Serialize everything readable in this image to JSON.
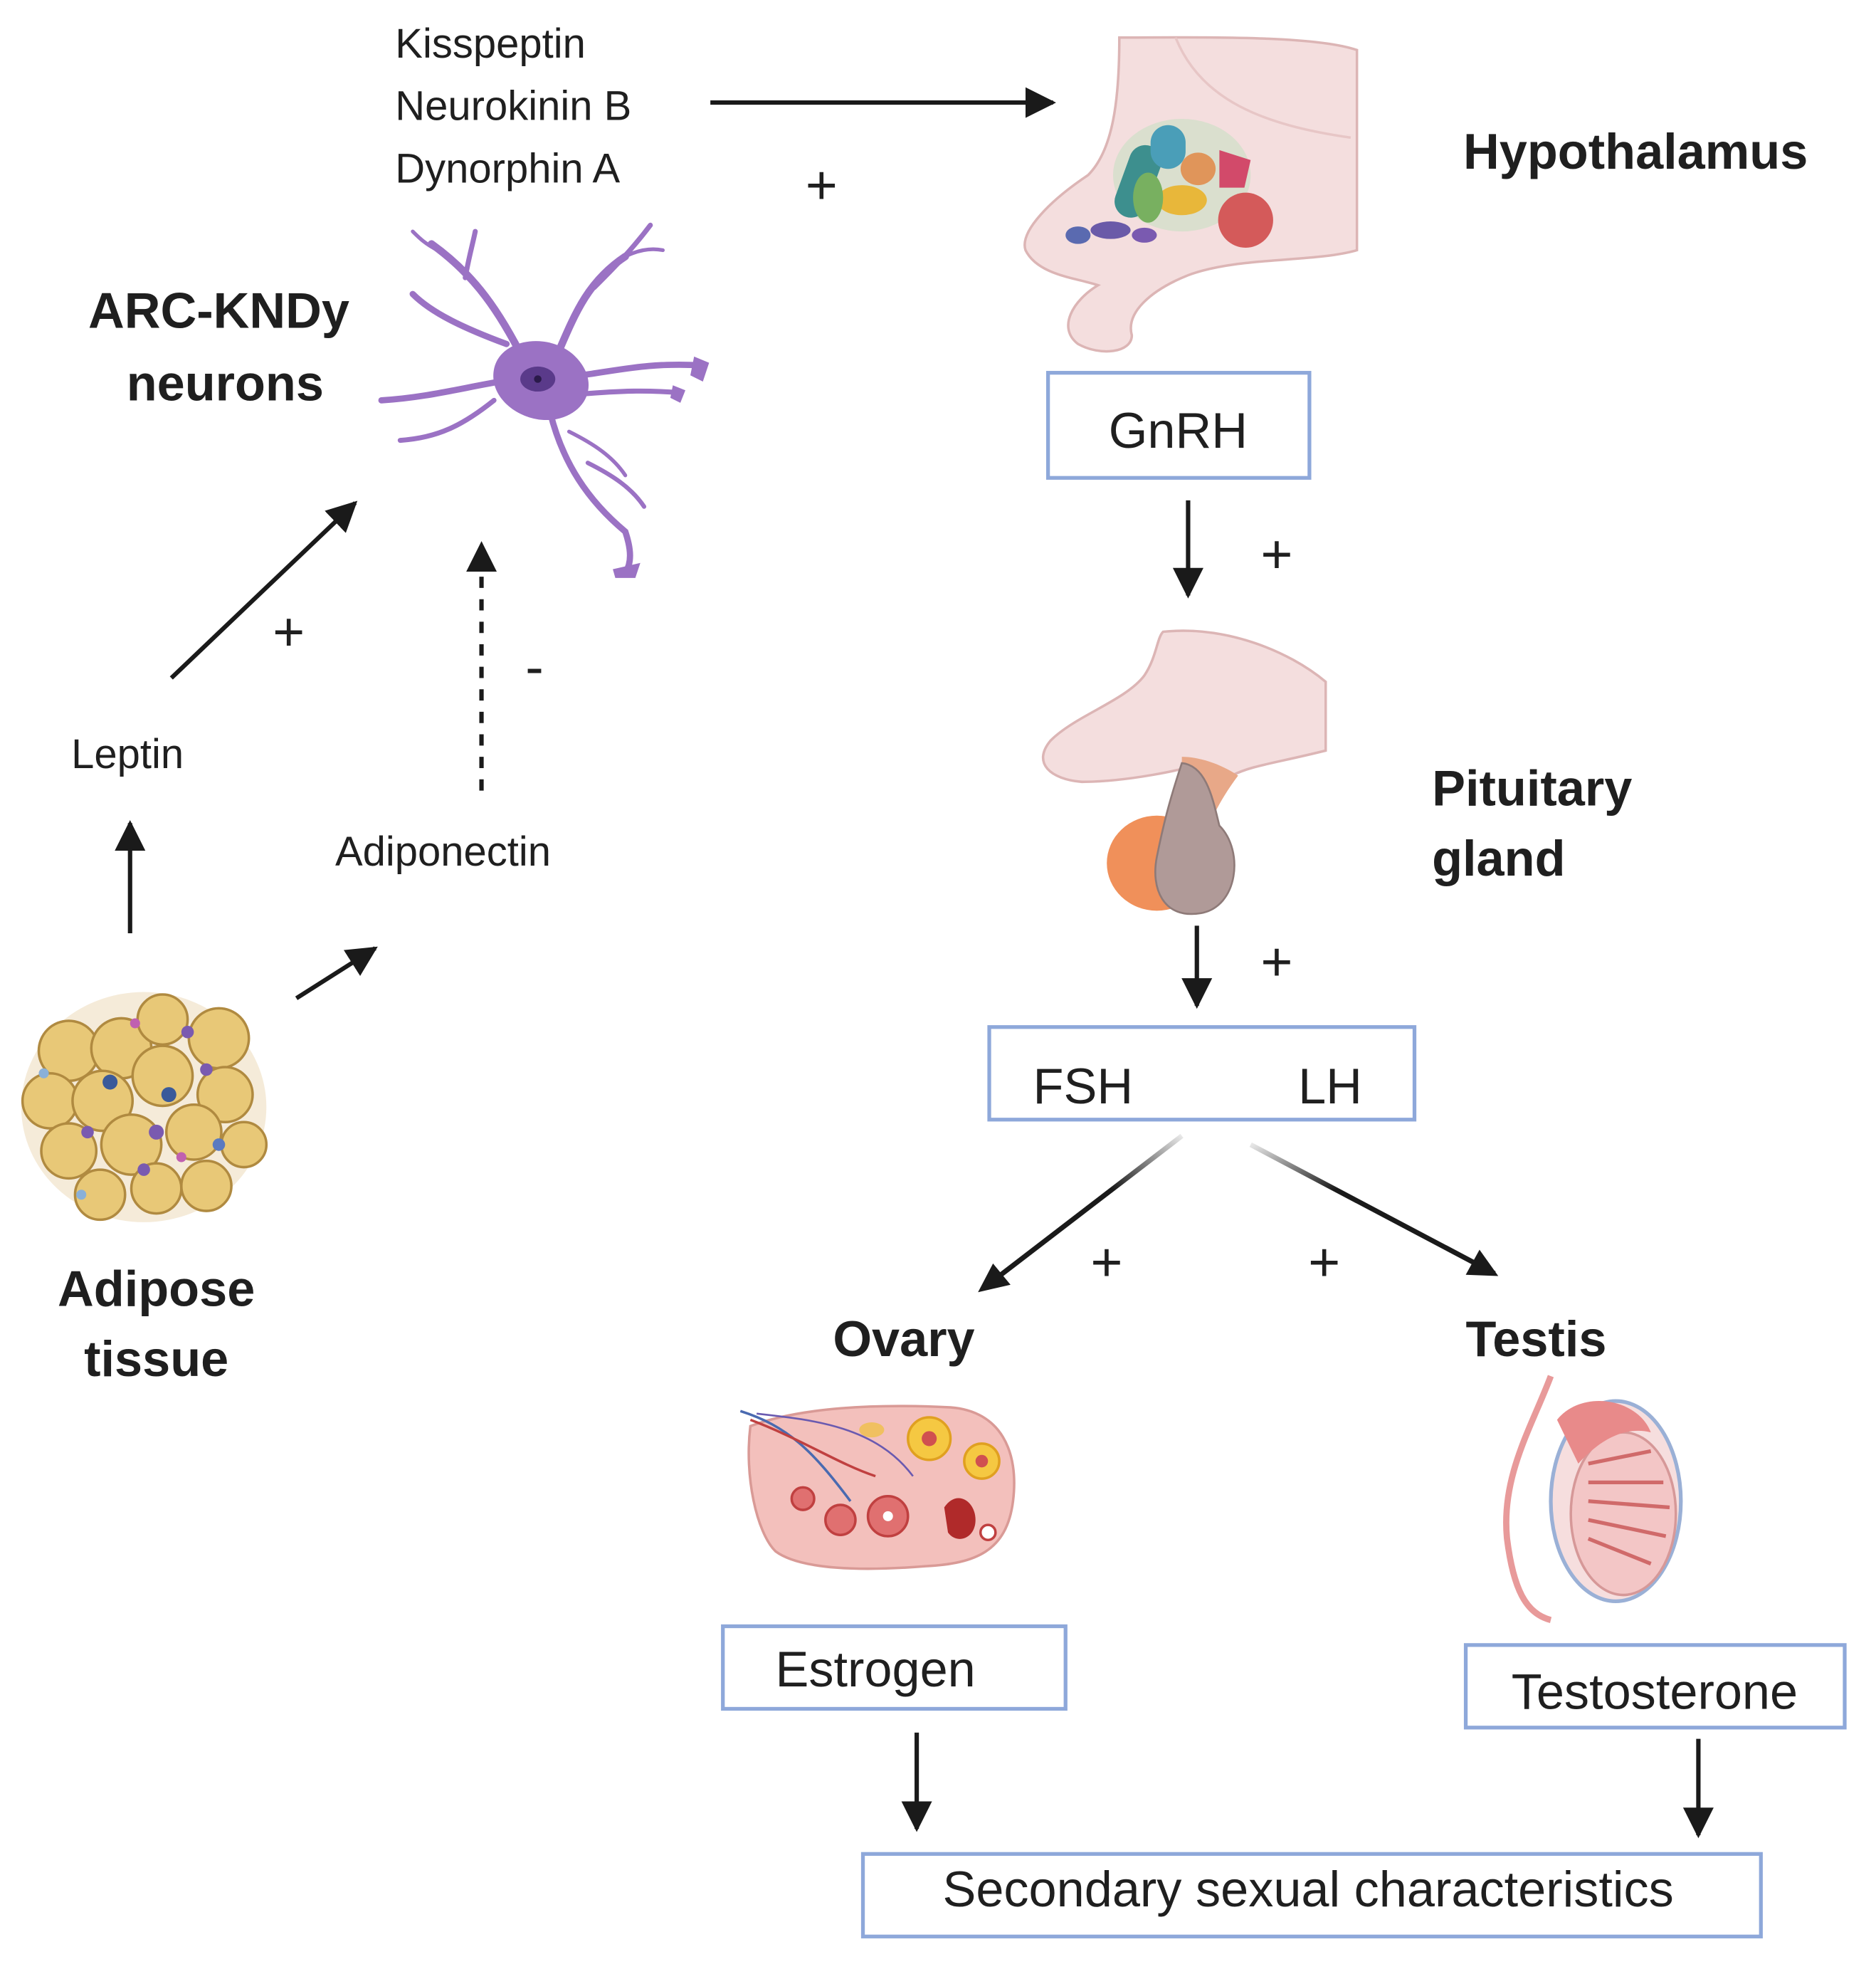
{
  "labels": {
    "kisspeptin": "Kisspeptin",
    "neurokinin": "Neurokinin B",
    "dynorphin": "Dynorphin A",
    "arc_line1": "ARC-KNDy",
    "arc_line2": "neurons",
    "hypothalamus": "Hypothalamus",
    "pituitary_line1": "Pituitary",
    "pituitary_line2": "gland",
    "leptin": "Leptin",
    "adiponectin": "Adiponectin",
    "adipose_line1": "Adipose",
    "adipose_line2": "tissue",
    "ovary": "Ovary",
    "testis": "Testis"
  },
  "boxes": {
    "gnrh": "GnRH",
    "fsh": "FSH",
    "lh": "LH",
    "estrogen": "Estrogen",
    "testosterone": "Testosterone",
    "secondary": "Secondary sexual characteristics"
  },
  "signs": {
    "plus": "+",
    "minus": "-"
  },
  "colors": {
    "box_border": "#8ea8da",
    "arrow": "#1a1a1a",
    "neuron": "#9b72c4",
    "neuron_nucleus": "#5a3a8a",
    "tissue_pink": "#f2d9d9",
    "tissue_outline": "#d9b0b0",
    "pituitary_orange": "#f0905a",
    "pituitary_grey": "#b09a98",
    "fat_yellow": "#e8c877",
    "ovary_pink": "#f3c0bc",
    "testis_pink": "#e89a9a"
  }
}
